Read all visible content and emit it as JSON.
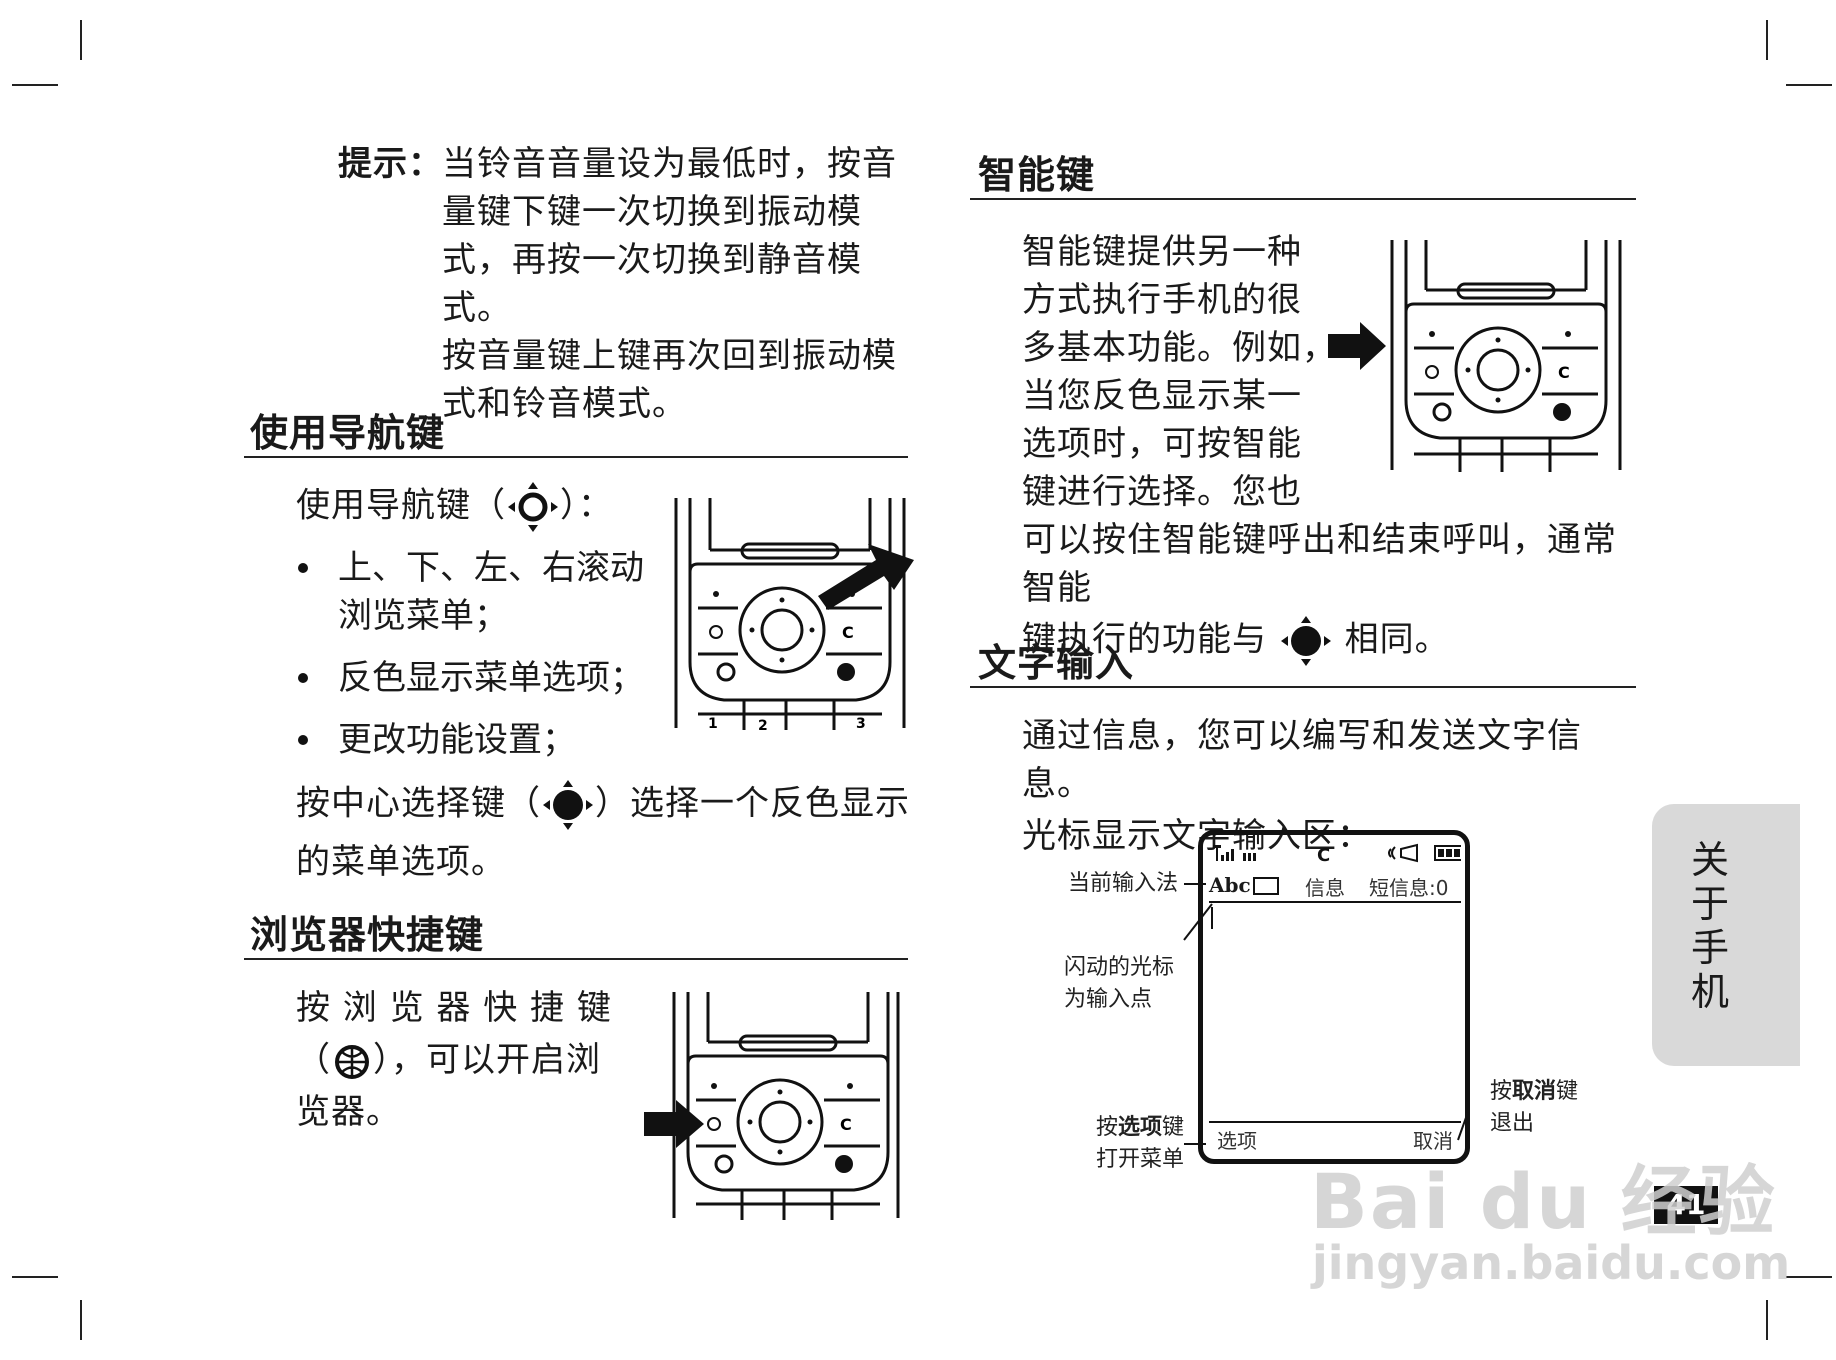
{
  "tip": {
    "label": "提示：",
    "lines": [
      "当铃音音量设为最低时，按音",
      "量键下键一次切换到振动模",
      "式，再按一次切换到静音模式。",
      "按音量键上键再次回到振动模",
      "式和铃音模式。"
    ]
  },
  "nav_section": {
    "heading": "使用导航键",
    "intro_before": "使用导航键（",
    "intro_after": "）：",
    "bullets": [
      [
        "上、下、左、右滚动",
        "浏览菜单；"
      ],
      [
        "反色显示菜单选项；"
      ],
      [
        "更改功能设置；"
      ]
    ],
    "select_before": "按中心选择键（",
    "select_after": "）选择一个反色显示",
    "select_line2": "的菜单选项。"
  },
  "browser_section": {
    "heading": "浏览器快捷键",
    "line1": "按 浏 览 器 快 捷 键",
    "line2_before": "（",
    "line2_after": "），可以开启浏",
    "line3": "览器。"
  },
  "smart_section": {
    "heading": "智能键",
    "lines_short": [
      "智能键提供另一种",
      "方式执行手机的很",
      "多基本功能。例如，",
      "当您反色显示某一",
      "选项时，可按智能",
      "键进行选择。您也"
    ],
    "line_full": "可以按住智能键呼出和结束呼叫，通常智能",
    "last_before": "键执行的功能与",
    "last_after": "相同。"
  },
  "text_section": {
    "heading": "文字输入",
    "line1": "通过信息，您可以编写和发送文字信息。",
    "line2": "光标显示文字输入区："
  },
  "screen": {
    "mode": "Abc",
    "msg1": "信息",
    "msg2": "短信息:0",
    "left_soft": "选项",
    "right_soft": "取消",
    "callouts": {
      "input_method": "当前输入法",
      "cursor_line1": "闪动的光标",
      "cursor_line2": "为输入点",
      "options_prefix": "按",
      "options_bold": "选项",
      "options_suffix": "键",
      "options_line2": "打开菜单",
      "cancel_prefix": "按",
      "cancel_bold": "取消",
      "cancel_suffix": "键",
      "cancel_line2": "退出"
    }
  },
  "side_tab": {
    "chars": [
      "关",
      "于",
      "手",
      "机"
    ]
  },
  "page_number": "41",
  "watermark": {
    "line1": "Bai du 经验",
    "line2": "jingyan.baidu.com"
  },
  "keypad_labels": [
    "1",
    "2",
    "3"
  ]
}
